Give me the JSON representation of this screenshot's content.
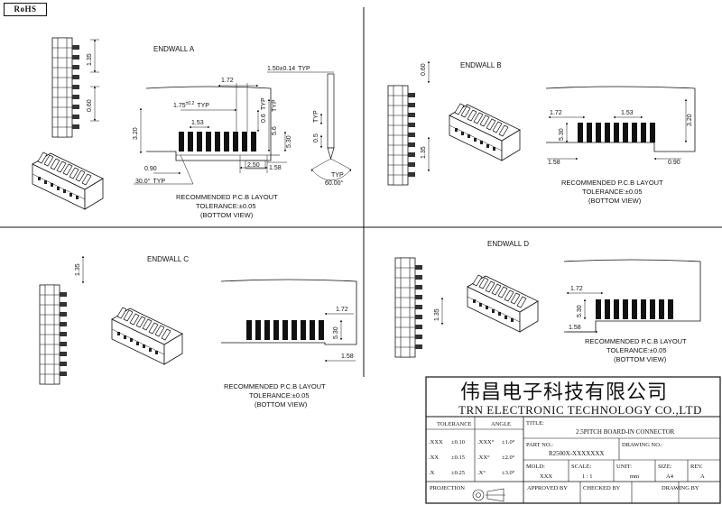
{
  "badge": "RoHS",
  "panels": {
    "a": {
      "title": "ENDWALL A",
      "dims": {
        "d172": "1.72",
        "d150": "1.50±0.14",
        "typ": "TYP",
        "d175": "1.75",
        "d175sup": "±0.2",
        "d153": "1.53",
        "d320": "3.20",
        "d06": "0.6",
        "d56": "5.6",
        "d530": "5.30",
        "d05": "0.5",
        "d250": "2.50",
        "d158": "1.58",
        "d090": "0.90",
        "d300": "30.0°",
        "d600": "60.00°",
        "v135": "1.35",
        "v060": "0.60"
      },
      "note": [
        "RECOMMENDED P.C.B LAYOUT",
        "TOLERANCE:±0.05",
        "(BOTTOM VIEW)"
      ]
    },
    "b": {
      "title": "ENDWALL B",
      "dims": {
        "v060": "0.60",
        "v135": "1.35",
        "d172": "1.72",
        "d153": "1.53",
        "d530": "5.30",
        "d320": "3.20",
        "d158": "1.58",
        "d090": "0.90"
      },
      "note": [
        "RECOMMENDED P.C.B LAYOUT",
        "TOLERANCE:±0.05",
        "(BOTTOM VIEW)"
      ]
    },
    "c": {
      "title": "ENDWALL C",
      "dims": {
        "v135": "1.35",
        "d172": "1.72",
        "d530": "5.30",
        "d158": "1.58"
      },
      "note": [
        "RECOMMENDED P.C.B LAYOUT",
        "TOLERANCE:±0.05",
        "(BOTTOM VIEW)"
      ]
    },
    "d": {
      "title": "ENDWALL D",
      "dims": {
        "v135": "1.35",
        "d172": "1.72",
        "d530": "5.30",
        "d158": "1.58"
      },
      "note": [
        "RECOMMENDED P.C.B LAYOUT",
        "TOLERANCE:±0.05",
        "(BOTTOM VIEW)"
      ]
    }
  },
  "title_block": {
    "company_cn": "伟昌电子科技有限公司",
    "company_en": "TRN ELECTRONIC TECHNOLOGY CO.,LTD",
    "tolerance_label": "TOLERANCE",
    "angle_label": "ANGLE",
    "tol_rows": [
      {
        "k": ".XXX",
        "v": "±0.10",
        "ak": ".XXX°",
        "av": "±1.0°"
      },
      {
        "k": ".XX",
        "v": "±0.15",
        "ak": ".XX°",
        "av": "±2.0°"
      },
      {
        "k": ".X",
        "v": "±0.25",
        "ak": ".X°",
        "av": "±3.0°"
      }
    ],
    "title_label": "TITLE:",
    "title_value": "2.5PITCH BOARD-IN CONNECTOR",
    "partno_label": "PART NO.:",
    "partno_value": "R2500X-XXXXXXX",
    "drawingno_label": "DRAWING NO.:",
    "mold_label": "MOLD:",
    "mold_value": "XXX",
    "scale_label": "SCALE:",
    "scale_value": "1 : 1",
    "unit_label": "UNIT:",
    "unit_value": "mm",
    "size_label": "SIZE:",
    "size_value": "A4",
    "rev_label": "REV.",
    "rev_value": "A",
    "projection_label": "PROJECTION",
    "approved_label": "APPROVED BY",
    "checked_label": "CHECKED BY",
    "drawing_label": "DRAWING BY"
  }
}
